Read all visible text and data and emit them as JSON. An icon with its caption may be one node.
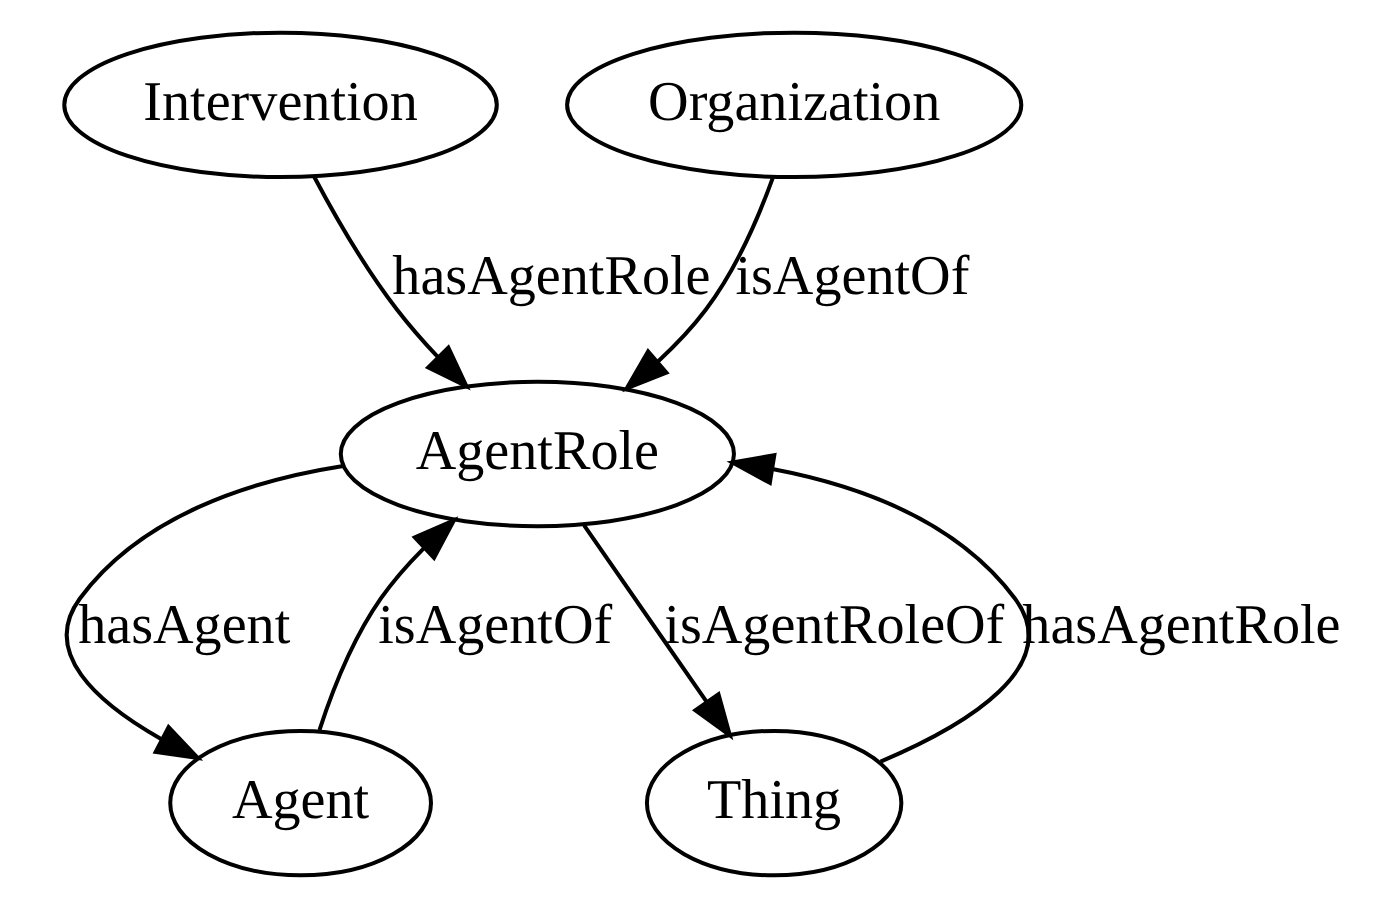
{
  "diagram": {
    "nodes": [
      {
        "text": [
          "Intervention"
        ]
      },
      {
        "text": [
          "Organization"
        ]
      },
      {
        "text": [
          "AgentRole"
        ]
      },
      {
        "text": [
          "Agent"
        ]
      },
      {
        "text": [
          "Thing"
        ]
      }
    ],
    "edges": [
      {
        "from": 0,
        "to": 2,
        "arrow": "to",
        "label": "hasAgentRole"
      },
      {
        "from": 1,
        "to": 2,
        "arrow": "to",
        "label": "isAgentOf"
      },
      {
        "from": 2,
        "to": 3,
        "arrow": "to",
        "label": "hasAgent"
      },
      {
        "from": 3,
        "to": 2,
        "arrow": "to",
        "label": "isAgentOf"
      },
      {
        "from": 2,
        "to": 4,
        "arrow": "to",
        "label": "isAgentRoleOf"
      },
      {
        "from": 4,
        "to": 2,
        "arrow": "to",
        "label": "hasAgentRole"
      }
    ]
  }
}
